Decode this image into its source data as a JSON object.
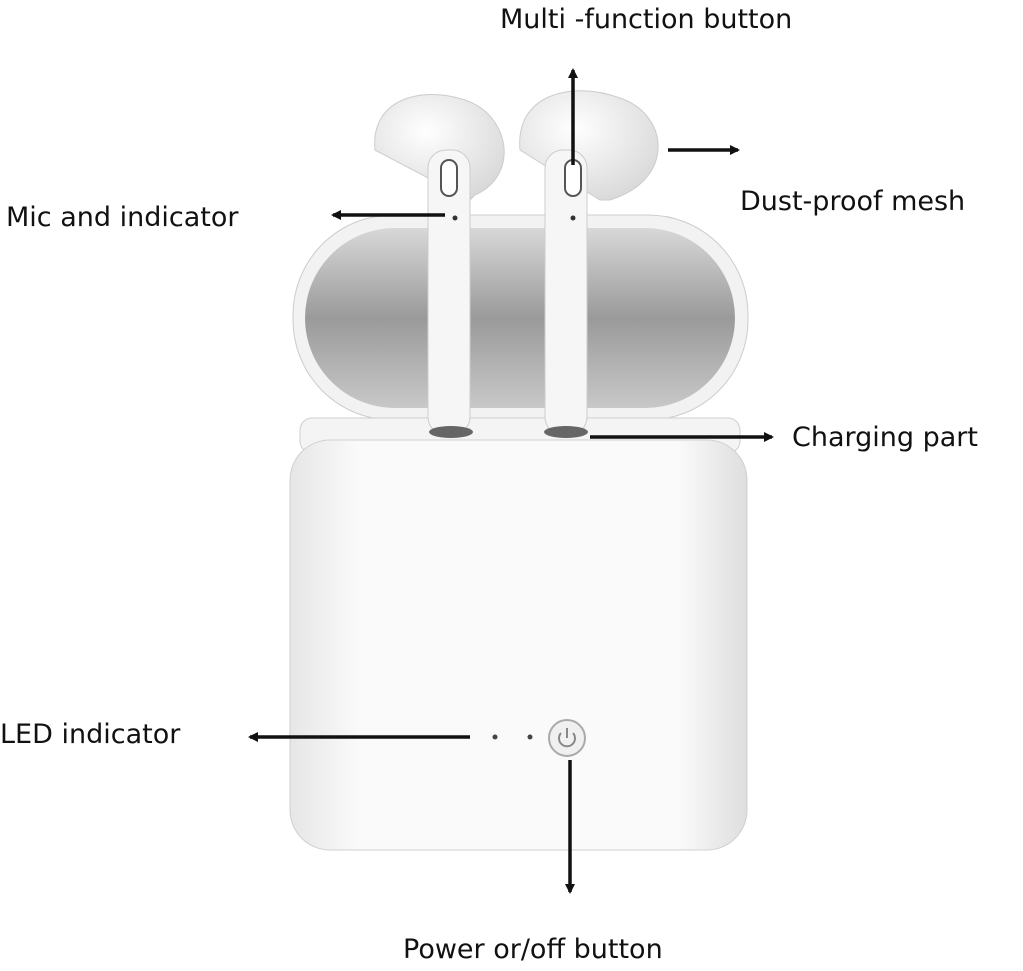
{
  "labels": {
    "multi_function": "Multi -function button",
    "dust_proof": "Dust-proof mesh",
    "mic": "Mic and indicator",
    "charging": "Charging part",
    "led": "LED indicator",
    "power": "Power or/off button"
  }
}
